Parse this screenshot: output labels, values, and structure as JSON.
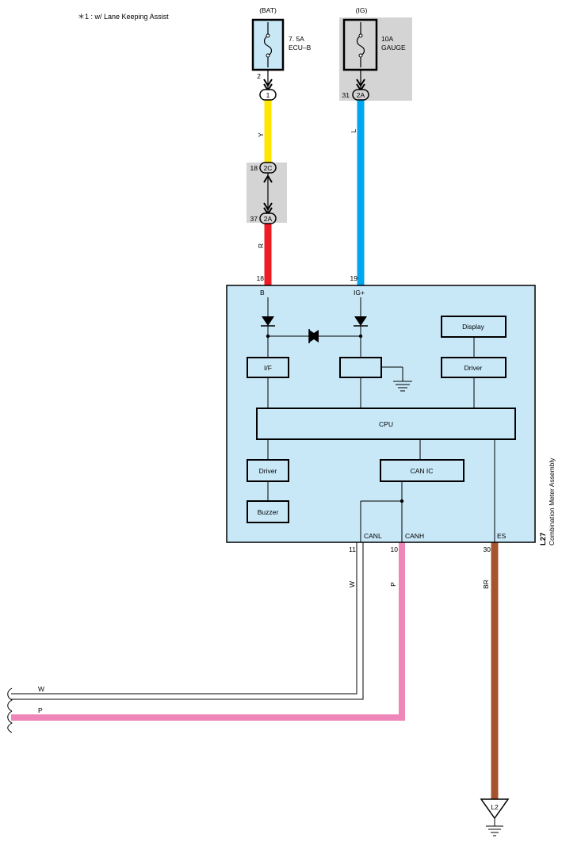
{
  "note": "＊1 : w/ Lane Keeping Assist",
  "fuses": [
    {
      "id": "bat",
      "source": "(BAT)",
      "rating": "7. 5A",
      "name": "ECU–B",
      "pin": "2",
      "connector": "1"
    },
    {
      "id": "ig",
      "source": "(IG)",
      "rating": "10A",
      "name": "GAUGE",
      "pin": "31",
      "connector": "2A"
    }
  ],
  "junction": {
    "pin_top": "18",
    "conn_top": "2C",
    "pin_bottom": "37",
    "conn_bottom": "2A"
  },
  "wires": {
    "y": {
      "color_code": "Y",
      "hex": "#ffe600"
    },
    "l": {
      "color_code": "L",
      "hex": "#00a6ee"
    },
    "r": {
      "color_code": "R",
      "hex": "#ee1c24"
    },
    "w": {
      "color_code": "W",
      "hex": "#ffffff"
    },
    "p": {
      "color_code": "P",
      "hex": "#ef86b9"
    },
    "br": {
      "color_code": "BR",
      "hex": "#a6542c"
    }
  },
  "meter": {
    "code": "L27",
    "name": "Combination Meter Assembly",
    "fill": "#c8e8f8",
    "terminals": {
      "b": {
        "pin": "18",
        "label": "B"
      },
      "ig": {
        "pin": "19",
        "label": "IG+"
      },
      "canl": {
        "pin": "11",
        "label": "CANL"
      },
      "canh": {
        "pin": "10",
        "label": "CANH"
      },
      "es": {
        "pin": "30",
        "label": "ES"
      }
    },
    "blocks": {
      "display": "Display",
      "driver_display": "Driver",
      "if": "I/F",
      "cpu": "CPU",
      "driver_buzzer": "Driver",
      "can_ic": "CAN IC",
      "buzzer": "Buzzer"
    }
  },
  "ground": {
    "code": "L2"
  }
}
